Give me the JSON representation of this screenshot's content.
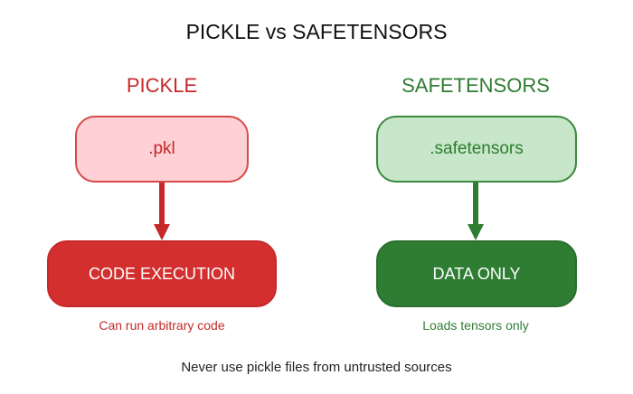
{
  "title": "PICKLE vs SAFETENSORS",
  "pickle": {
    "heading": "PICKLE",
    "file_label": ".pkl",
    "result_label": "CODE EXECUTION",
    "note": "Can run arbitrary code",
    "colors": {
      "accent": "#c62828",
      "file_fill": "#fdd1d6",
      "file_border": "#d84a4a",
      "result_fill": "#d32f2f"
    }
  },
  "safetensors": {
    "heading": "SAFETENSORS",
    "file_label": ".safetensors",
    "result_label": "DATA ONLY",
    "note": "Loads tensors only",
    "colors": {
      "accent": "#2e7d32",
      "file_fill": "#c8e6c9",
      "file_border": "#3a8a3e",
      "result_fill": "#2e7d32"
    }
  },
  "footer": "Never use pickle files from untrusted sources"
}
